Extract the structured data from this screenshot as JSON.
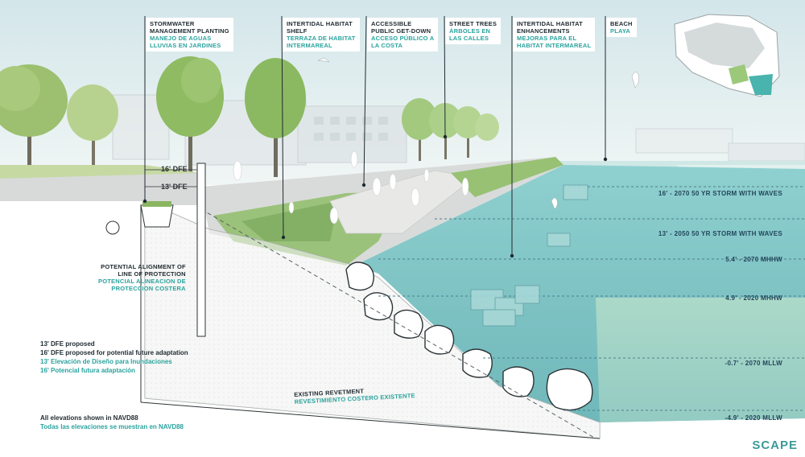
{
  "callouts": {
    "stormwater": {
      "en1": "STORMWATER",
      "en2": "MANAGEMENT PLANTING",
      "es1": "MANEJO DE AGUAS",
      "es2": "LLUVIAS EN JARDINES"
    },
    "intertidal_shelf": {
      "en1": "INTERTIDAL HABITAT",
      "en2": "SHELF",
      "es1": "TERRAZA DE HABITAT",
      "es2": "INTERMAREAL"
    },
    "accessible": {
      "en1": "ACCESSIBLE",
      "en2": "PUBLIC GET-DOWN",
      "es1": "ACCESO PÚBLICO A",
      "es2": "LA COSTA"
    },
    "street_trees": {
      "en1": "STREET TREES",
      "es1": "ÁRBOLES EN",
      "es2": "LAS CALLES"
    },
    "intertidal_enh": {
      "en1": "INTERTIDAL HABITAT",
      "en2": "ENHANCEMENTS",
      "es1": "MEJORAS PARA EL",
      "es2": "HABITAT INTERMAREAL"
    },
    "beach": {
      "en1": "BEACH",
      "es1": "PLAYA"
    }
  },
  "dfe_markers": {
    "upper": "16' DFE",
    "lower": "13' DFE"
  },
  "protection_label": {
    "en1": "POTENTIAL ALIGNMENT OF",
    "en2": "LINE OF PROTECTION",
    "es1": "POTENCIAL ALINEACION DE",
    "es2": "PROTECCION COSTERA"
  },
  "revetment_label": {
    "en": "EXISTING REVETMENT",
    "es": "REVESTIMIENTO COSTERO EXISTENTE"
  },
  "water_levels": [
    "16' - 2070 50 YR STORM WITH WAVES",
    "13' - 2050 50 YR STORM WITH WAVES",
    "5.4' - 2070 MHHW",
    "4.9' - 2020 MHHW",
    "-0.7' - 2070 MLLW",
    "-4.9' - 2020 MLLW"
  ],
  "legend": {
    "en1": "13' DFE proposed",
    "en2": "16' DFE proposed for potential future adaptation",
    "es1": "13' Elevación de Diseño para Inundaciones",
    "es2": "16' Potencial futura adaptación"
  },
  "elevation_note": {
    "en": "All elevations shown in NAVD88",
    "es": "Todas las elevaciones se muestran en NAVD88"
  },
  "logo": "SCAPE",
  "colors": {
    "accent_teal": "#2aa39e",
    "label_dark": "#1f2a30",
    "water": "#7fc6c8",
    "sky": "#e6f0f2"
  }
}
